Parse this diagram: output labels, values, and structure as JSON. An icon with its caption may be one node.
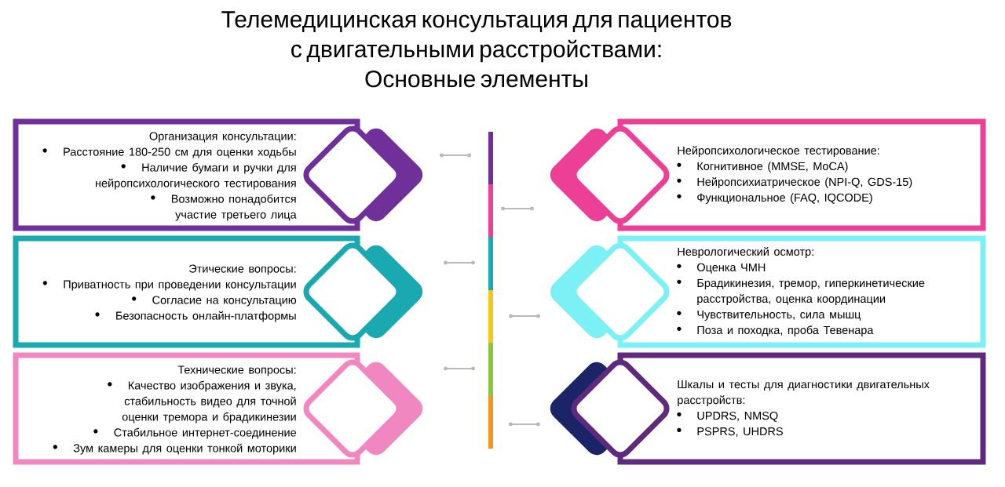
{
  "diagram": {
    "title": "Телемедицинская консультация для пациентов с двигательными расстройствами: Основные элементы",
    "nodes": [
      {
        "text": [
          "Организация консультации:",
          "Расстояние 180-250 см для оценки ходьбы",
          "Наличие бумаги и ручки для нейропсихологического тестирования",
          "Возможно понадобится участие третьего лица"
        ]
      },
      {
        "text": [
          "Нейропсихологическое тестирование:",
          "Когнитивное (MMSE, MoCA)",
          "Нейропсихиатрическое (NPI-Q, GDS-15)",
          "Функциональное (FAQ, IQCODE)"
        ]
      },
      {
        "text": [
          "Этические вопросы:",
          "Приватность при проведении консультации",
          "Согласие на консультацию",
          "Безопасность онлайн-платформы"
        ]
      },
      {
        "text": [
          "Неврологический осмотр:",
          "Оценка ЧМН",
          "Брадикинезия, тремор, гиперкинетические расстройства, оценка координации",
          "Чувствительность, сила мышц",
          "Поза и походка, проба Тевенара"
        ]
      },
      {
        "text": [
          "Технические вопросы:",
          "Качество изображения и звука, стабильность видео для точной оценки тремора и брадикинезии",
          "Стабильное интернет-соединение",
          "Зум камеры для оценки тонкой моторики"
        ]
      },
      {
        "text": [
          "Шкалы и тесты для диагностики двигательных расстройств:",
          "UPDRS, NMSQ",
          "PSPRS, UHDRS"
        ]
      }
    ]
  }
}
